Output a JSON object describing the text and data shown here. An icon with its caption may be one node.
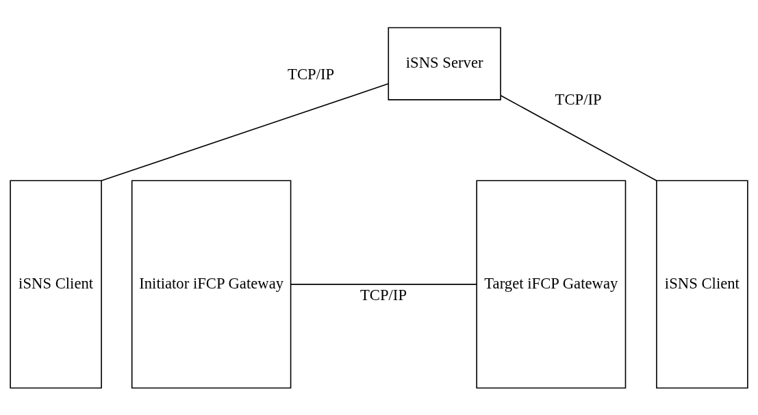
{
  "diagram": {
    "nodes": [
      {
        "text": [
          "iSNS Server"
        ]
      },
      {
        "text": [
          "iSNS Client"
        ]
      },
      {
        "text": [
          "Initiator iFCP Gateway"
        ]
      },
      {
        "text": [
          "Target iFCP Gateway"
        ]
      },
      {
        "text": [
          "iSNS Client"
        ]
      }
    ],
    "edges": [
      {
        "from": 0,
        "to": 1,
        "arrow": "none",
        "label": "TCP/IP"
      },
      {
        "from": 2,
        "to": 3,
        "arrow": "none",
        "label": "TCP/IP"
      },
      {
        "from": 0,
        "to": 4,
        "arrow": "none",
        "label": "TCP/IP"
      }
    ]
  }
}
